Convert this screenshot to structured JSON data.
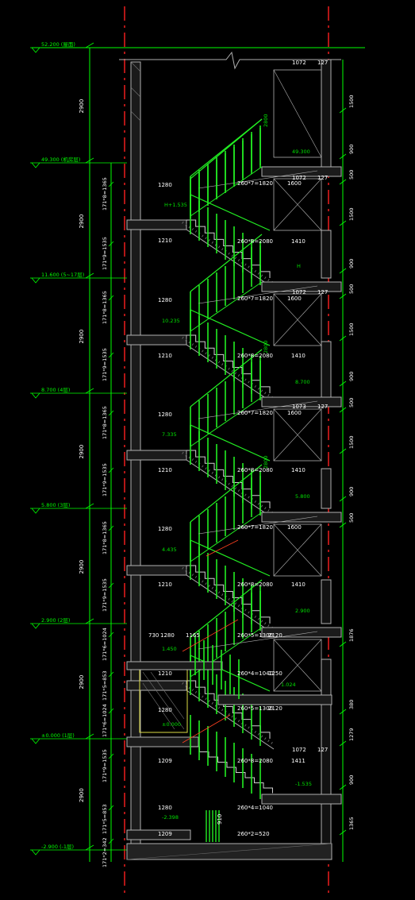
{
  "colors": {
    "background": "#000000",
    "dimension": "#00ff00",
    "axis": "#ff2020",
    "wall": "#b0b0b0",
    "stair": "#22dd22",
    "text": "#ffffff",
    "note": "#00e000"
  },
  "levels": [
    {
      "label": "52.200 (屋面)"
    },
    {
      "label": "49.300 (机房层)"
    },
    {
      "label": "11.600 (5~17层)"
    },
    {
      "label": "8.700 (4层)"
    },
    {
      "label": "5.800 (3层)"
    },
    {
      "label": "2.900 (2层)"
    },
    {
      "label": "±0.000 (1层)"
    },
    {
      "label": "-2.900 (-1层)"
    }
  ],
  "storey_dims": [
    "2900",
    "2900",
    "2900",
    "2900",
    "2900",
    "2900",
    "2900"
  ],
  "flight_dims": [
    "171*8=1365",
    "171*9=1535",
    "171*8=1365",
    "171*9=1535",
    "171*8=1365",
    "171*9=1535",
    "171*8=1365",
    "171*9=1535",
    "171*6=1024",
    "171*5=853",
    "171*6=1024",
    "171*9=1535",
    "171*5=853",
    "171*2=342"
  ],
  "right_dims": [
    "1500",
    "900",
    "500",
    "1500",
    "900",
    "500",
    "1500",
    "900",
    "500",
    "1500",
    "900",
    "500",
    "1876",
    "380",
    "1279",
    "900",
    "1365"
  ],
  "labels": {
    "top_width": "1072",
    "top_side": "127",
    "stair_upper": "260*7=1820",
    "stair_lower": "260*8=2080",
    "landing_left_a": "1280",
    "landing_left_b": "1210",
    "landing_right_a": "1600",
    "landing_right_b": "1410",
    "vertical_note": "2800",
    "h_note": "H+1.535",
    "elev_10235": "10.235",
    "elev_7335": "7.335",
    "elev_4435": "4.435",
    "elev_1450": "1.450",
    "elev_49300": "49.300",
    "elev_8700": "8.700",
    "elev_5800": "5.800",
    "elev_2900": "2.900",
    "elev_1024": "1.024",
    "elev_m1535": "-1.535",
    "elev_m2398": "-2.398",
    "h_mark": "H",
    "lower_730": "730",
    "lower_1280b": "1280",
    "lower_1165": "1165",
    "lower_stair_a": "260*5=1300",
    "lower_2120": "2120",
    "lower_stair_b": "260*4=1040",
    "lower_1250": "1250",
    "lower_stair_c": "260*5=1300",
    "lower_2120b": "2120",
    "lower_1209": "1209",
    "lower_1073": "1073",
    "lower_stair_d": "260*8=2080",
    "lower_1411": "1411",
    "lower_stair_e": "260*4=1040",
    "lower_910": "910",
    "lower_stair_f": "260*2=520",
    "lower_0000": "±0.000",
    "lower_1209b": "1209"
  }
}
